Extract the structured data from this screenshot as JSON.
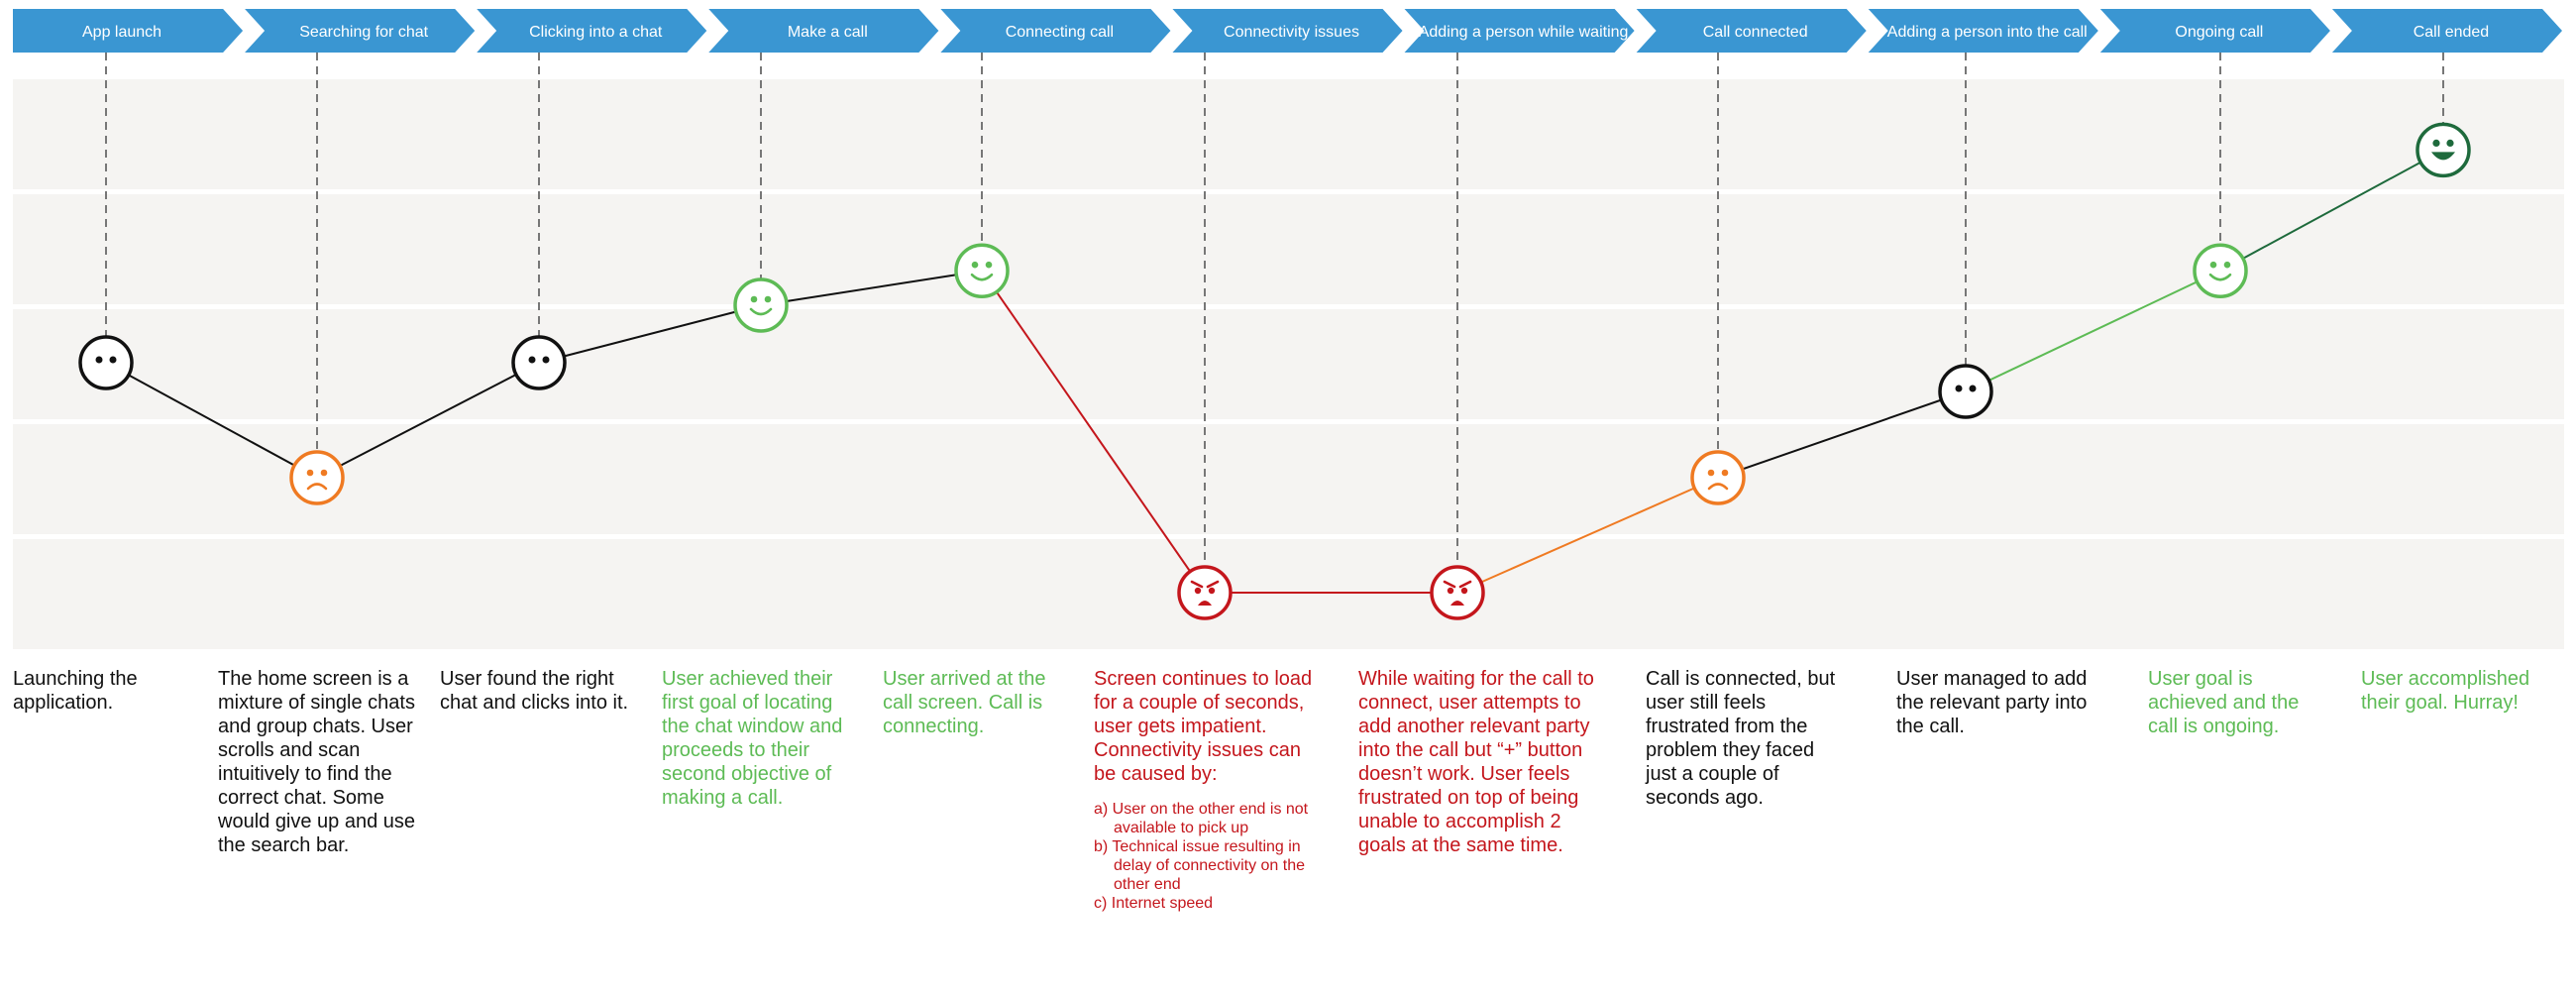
{
  "colors": {
    "header": "#3a96d2",
    "header_text": "#ffffff",
    "band": "#f5f4f2",
    "neutral": "#111111",
    "positive": "#5dbb55",
    "very_positive": "#1e6a3c",
    "negative": "#ef7a22",
    "very_negative": "#c4161c",
    "dash": "#777777"
  },
  "chart_data": {
    "type": "line",
    "title": "",
    "rows": 5,
    "stages": [
      {
        "label": "App launch",
        "level": 3,
        "mood": "neutral",
        "tone": "neutral",
        "description": "Launching the application."
      },
      {
        "label": "Searching for chat",
        "level": 2,
        "mood": "sad",
        "tone": "neutral",
        "description": "The home screen is a mixture of single chats and group chats. User scrolls and scan intuitively to find the correct chat. Some would give up and use the search bar."
      },
      {
        "label": "Clicking into a chat",
        "level": 3,
        "mood": "neutral",
        "tone": "neutral",
        "description": "User found the right chat and clicks into it."
      },
      {
        "label": "Make a call",
        "level": 3.5,
        "mood": "happy",
        "tone": "positive",
        "description": "User achieved their first goal of locating the chat window and proceeds to their second objective of making a call."
      },
      {
        "label": "Connecting call",
        "level": 3.8,
        "mood": "happy",
        "tone": "positive",
        "description": "User arrived at the call screen. Call is connecting."
      },
      {
        "label": "Connectivity issues",
        "level": 1,
        "mood": "angry",
        "tone": "very_negative",
        "description": "Screen continues to load for a couple of seconds, user gets impatient. Connectivity issues can be caused by:",
        "sub_items": [
          "a) User on the other end is not available to pick up",
          "b) Technical issue resulting in delay of connectivity on the other end",
          "c) Internet speed"
        ]
      },
      {
        "label": "Adding a person while waiting",
        "level": 1,
        "mood": "angry",
        "tone": "very_negative",
        "description": "While waiting for the call to connect, user attempts to add another relevant party into the call but “+” button doesn’t work. User feels frustrated on top of being unable to accomplish 2 goals at the same time."
      },
      {
        "label": "Call connected",
        "level": 2,
        "mood": "sad",
        "tone": "neutral",
        "description": "Call is connected, but user still feels frustrated from the problem they faced just a couple of seconds ago."
      },
      {
        "label": "Adding a person into the call",
        "level": 2.75,
        "mood": "neutral",
        "tone": "neutral",
        "description": "User managed to add the relevant party into the call."
      },
      {
        "label": "Ongoing call",
        "level": 3.8,
        "mood": "happy",
        "tone": "positive",
        "description": "User goal is achieved and the call is ongoing."
      },
      {
        "label": "Call ended",
        "level": 4.85,
        "mood": "very_happy",
        "tone": "positive",
        "description": "User accomplished their goal. Hurray!"
      }
    ]
  }
}
